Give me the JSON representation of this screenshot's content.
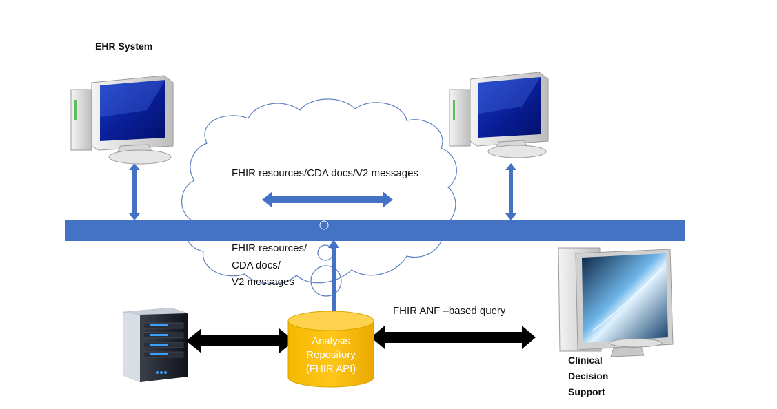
{
  "labels": {
    "ehr_system": "EHR System",
    "cloud_top": "FHIR resources/CDA docs/V2 messages",
    "cloud_bottom": [
      "FHIR resources/",
      "CDA docs/",
      "V2 messages"
    ],
    "repository": [
      "Analysis",
      "Repository",
      "(FHIR API)"
    ],
    "query": "FHIR ANF –based query",
    "cds": [
      "Clinical",
      "Decision",
      "Support"
    ]
  },
  "colors": {
    "bus": "#4472c4",
    "arrow_blue": "#4472c4",
    "arrow_black": "#000000",
    "cylinder": "#ffc000",
    "cylinder_outline": "#d9a300",
    "cloud_outline": "#5b7fc0"
  },
  "icons": [
    "desktop-computer-icon",
    "desktop-computer-icon",
    "server-icon",
    "cds-workstation-icon"
  ]
}
